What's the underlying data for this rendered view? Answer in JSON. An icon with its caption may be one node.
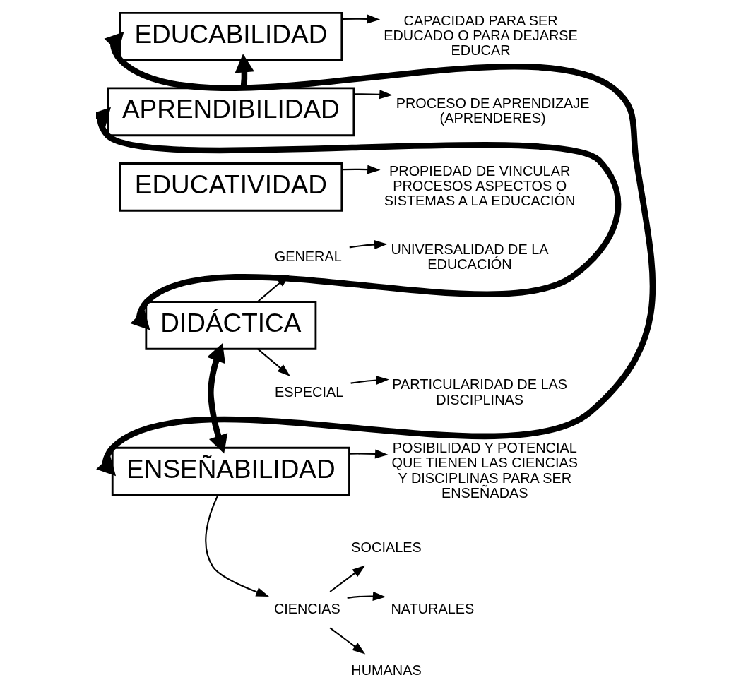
{
  "diagram": {
    "nodes": [
      {
        "text": [
          "EDUCABILIDAD"
        ]
      },
      {
        "text": [
          "CAPACIDAD PARA SER EDUCADO O PARA DEJARSE EDUCAR"
        ]
      },
      {
        "text": [
          "APRENDIBILIDAD"
        ]
      },
      {
        "text": [
          "PROCESO DE APRENDIZAJE (APRENDERES)"
        ]
      },
      {
        "text": [
          "EDUCATIVIDAD"
        ]
      },
      {
        "text": [
          "PROPIEDAD DE VINCULAR PROCESOS ASPECTOS O SISTEMAS A LA EDUCACIÓN"
        ]
      },
      {
        "text": [
          "DIDÁCTICA"
        ]
      },
      {
        "text": [
          "GENERAL"
        ]
      },
      {
        "text": [
          "UNIVERSALIDAD DE LA EDUCACIÓN"
        ]
      },
      {
        "text": [
          "ESPECIAL"
        ]
      },
      {
        "text": [
          "PARTICULARIDAD DE LAS DISCIPLINAS"
        ]
      },
      {
        "text": [
          "ENSEÑABILIDAD"
        ]
      },
      {
        "text": [
          "POSIBILIDAD Y POTENCIAL QUE TIENEN LAS CIENCIAS Y DISCIPLINAS PARA SER ENSEÑADAS"
        ]
      },
      {
        "text": [
          "CIENCIAS"
        ]
      },
      {
        "text": [
          "SOCIALES"
        ]
      },
      {
        "text": [
          "NATURALES"
        ]
      },
      {
        "text": [
          "HUMANAS"
        ]
      }
    ],
    "edges": [
      {
        "from": 0,
        "to": 1,
        "arrow": "to"
      },
      {
        "from": 2,
        "to": 0,
        "arrow": "to",
        "style": "thick"
      },
      {
        "from": 2,
        "to": 3,
        "arrow": "to"
      },
      {
        "from": 0,
        "to": 11,
        "arrow": "both",
        "style": "thick"
      },
      {
        "from": 2,
        "to": 6,
        "arrow": "both",
        "style": "thick"
      },
      {
        "from": 4,
        "to": 5,
        "arrow": "to"
      },
      {
        "from": 6,
        "to": 7,
        "arrow": "to"
      },
      {
        "from": 6,
        "to": 9,
        "arrow": "to"
      },
      {
        "from": 7,
        "to": 8,
        "arrow": "to"
      },
      {
        "from": 9,
        "to": 10,
        "arrow": "to"
      },
      {
        "from": 6,
        "to": 11,
        "arrow": "both",
        "style": "thick"
      },
      {
        "from": 11,
        "to": 12,
        "arrow": "to"
      },
      {
        "from": 11,
        "to": 13,
        "arrow": "to"
      },
      {
        "from": 13,
        "to": 14,
        "arrow": "to"
      },
      {
        "from": 13,
        "to": 15,
        "arrow": "to"
      },
      {
        "from": 13,
        "to": 16,
        "arrow": "to"
      }
    ]
  }
}
